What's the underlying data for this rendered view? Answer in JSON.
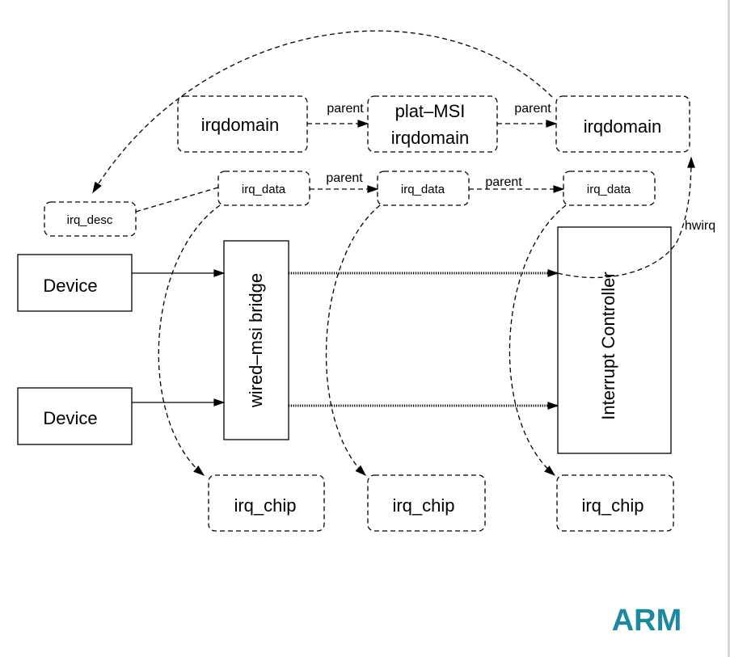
{
  "diagram": {
    "domains": {
      "left": "irqdomain",
      "middle_line1": "plat–MSI",
      "middle_line2": "irqdomain",
      "right": "irqdomain"
    },
    "irq_desc": "irq_desc",
    "irq_data": [
      "irq_data",
      "irq_data",
      "irq_data"
    ],
    "parent_labels": [
      "parent",
      "parent",
      "parent",
      "parent"
    ],
    "hwirq": "hwirq",
    "devices": [
      "Device",
      "Device"
    ],
    "bridge": "wired–msi bridge",
    "controller": "Interrupt Controller",
    "irq_chip": [
      "irq_chip",
      "irq_chip",
      "irq_chip"
    ]
  },
  "logo": {
    "text": "ARM",
    "color": "#1b8aa0"
  }
}
